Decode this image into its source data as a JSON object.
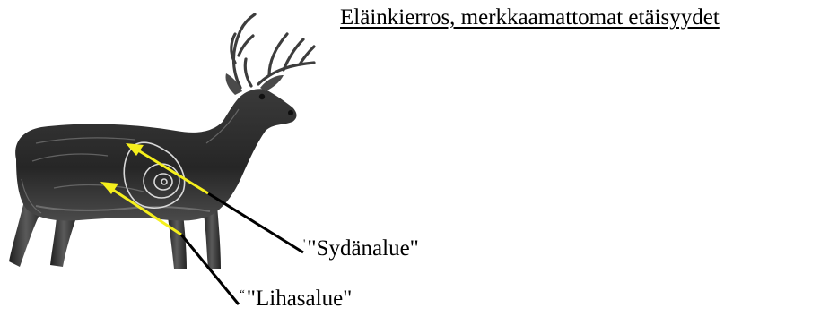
{
  "title": "Eläinkierros, merkkaamattomat etäisyydet",
  "labels": {
    "heart": "\"Sydänalue\"",
    "muscle": "\"Lihasalue\"",
    "heart_mark": "'",
    "muscle_mark": "“"
  },
  "colors": {
    "arrow_yellow": "#f5ef1c",
    "arrow_black": "#000000",
    "deer_dark": "#2a2a2a",
    "deer_mid": "#555555",
    "deer_light": "#a9a9a9"
  }
}
